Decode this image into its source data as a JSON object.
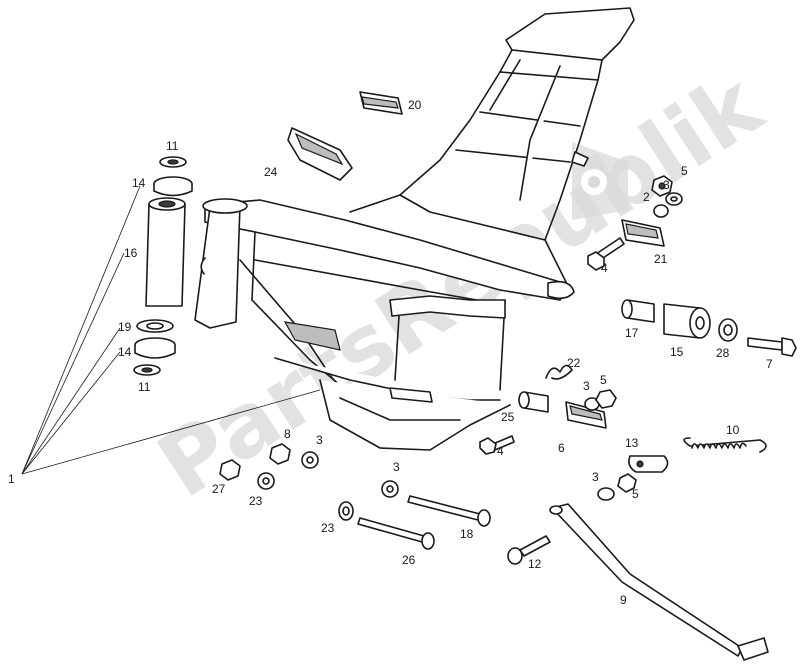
{
  "watermark": {
    "text": "PartsRepublik",
    "color": "#d9d9d9"
  },
  "callouts": {
    "c1": "1",
    "c2": "2",
    "c3a": "3",
    "c3b": "3",
    "c3c": "3",
    "c3d": "3",
    "c3e": "3",
    "c4a": "4",
    "c4b": "4",
    "c5a": "5",
    "c5b": "5",
    "c5c": "5",
    "c6": "6",
    "c7": "7",
    "c8": "8",
    "c9": "9",
    "c10": "10",
    "c11a": "11",
    "c11b": "11",
    "c12": "12",
    "c13": "13",
    "c14a": "14",
    "c14b": "14",
    "c15": "15",
    "c16": "16",
    "c17": "17",
    "c18": "18",
    "c19": "19",
    "c20": "20",
    "c21": "21",
    "c22": "22",
    "c23a": "23",
    "c23b": "23",
    "c24": "24",
    "c25": "25",
    "c26": "26",
    "c27": "27",
    "c28": "28"
  }
}
